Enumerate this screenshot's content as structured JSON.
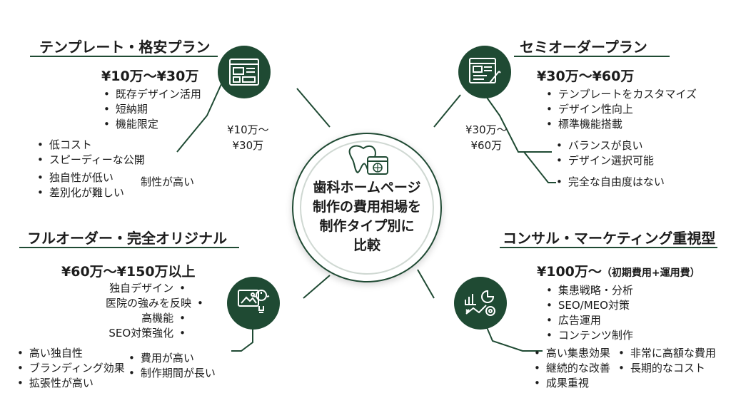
{
  "center": {
    "icon": "tooth-web-icon",
    "title_lines": [
      "歯科ホームページ",
      "制作の費用相場を",
      "制作タイプ別に",
      "比較"
    ]
  },
  "colors": {
    "accent": "#1f4a33",
    "line": "#1f4a33"
  },
  "plans": {
    "template": {
      "icon": "template-layout-icon",
      "title": "テンプレート・格安プラン",
      "price": "¥10万〜¥30万",
      "features": [
        "既存デザイン活用",
        "短納期",
        "機能限定"
      ],
      "pros": [
        "低コスト",
        "スピーディーな公開"
      ],
      "cons": [
        "独自性が低い",
        "差別化が難しい"
      ],
      "cons_label": "制性が高い",
      "branch_price": [
        "¥10万〜",
        "¥30万"
      ]
    },
    "semi": {
      "icon": "custom-design-icon",
      "title": "セミオーダープラン",
      "price": "¥30万〜¥60万",
      "features": [
        "テンプレートをカスタマイズ",
        "デザイン性向上",
        "標準機能搭載"
      ],
      "pros": [
        "バランスが良い",
        "デザイン選択可能"
      ],
      "cons": [
        "完全な自由度はない"
      ],
      "branch_price": [
        "¥30万〜",
        "¥60万"
      ]
    },
    "full": {
      "icon": "creative-idea-icon",
      "title": "フルオーダー・完全オリジナル",
      "price": "¥60万〜¥150万以上",
      "features": [
        "独自デザイン",
        "医院の強みを反映",
        "高機能",
        "SEO対策強化"
      ],
      "pros": [
        "高い独自性",
        "ブランディング効果",
        "拡張性が高い"
      ],
      "cons": [
        "費用が高い",
        "制作期間が長い"
      ]
    },
    "consult": {
      "icon": "marketing-strategy-icon",
      "title": "コンサル・マーケティング重視型",
      "price": "¥100万〜",
      "price_note": "（初期費用+運用費）",
      "features": [
        "集患戦略・分析",
        "SEO/MEO対策",
        "広告運用",
        "コンテンツ制作"
      ],
      "pros": [
        "高い集患効果",
        "継続的な改善",
        "成果重視"
      ],
      "cons": [
        "非常に高額な費用",
        "長期的なコスト"
      ]
    }
  }
}
